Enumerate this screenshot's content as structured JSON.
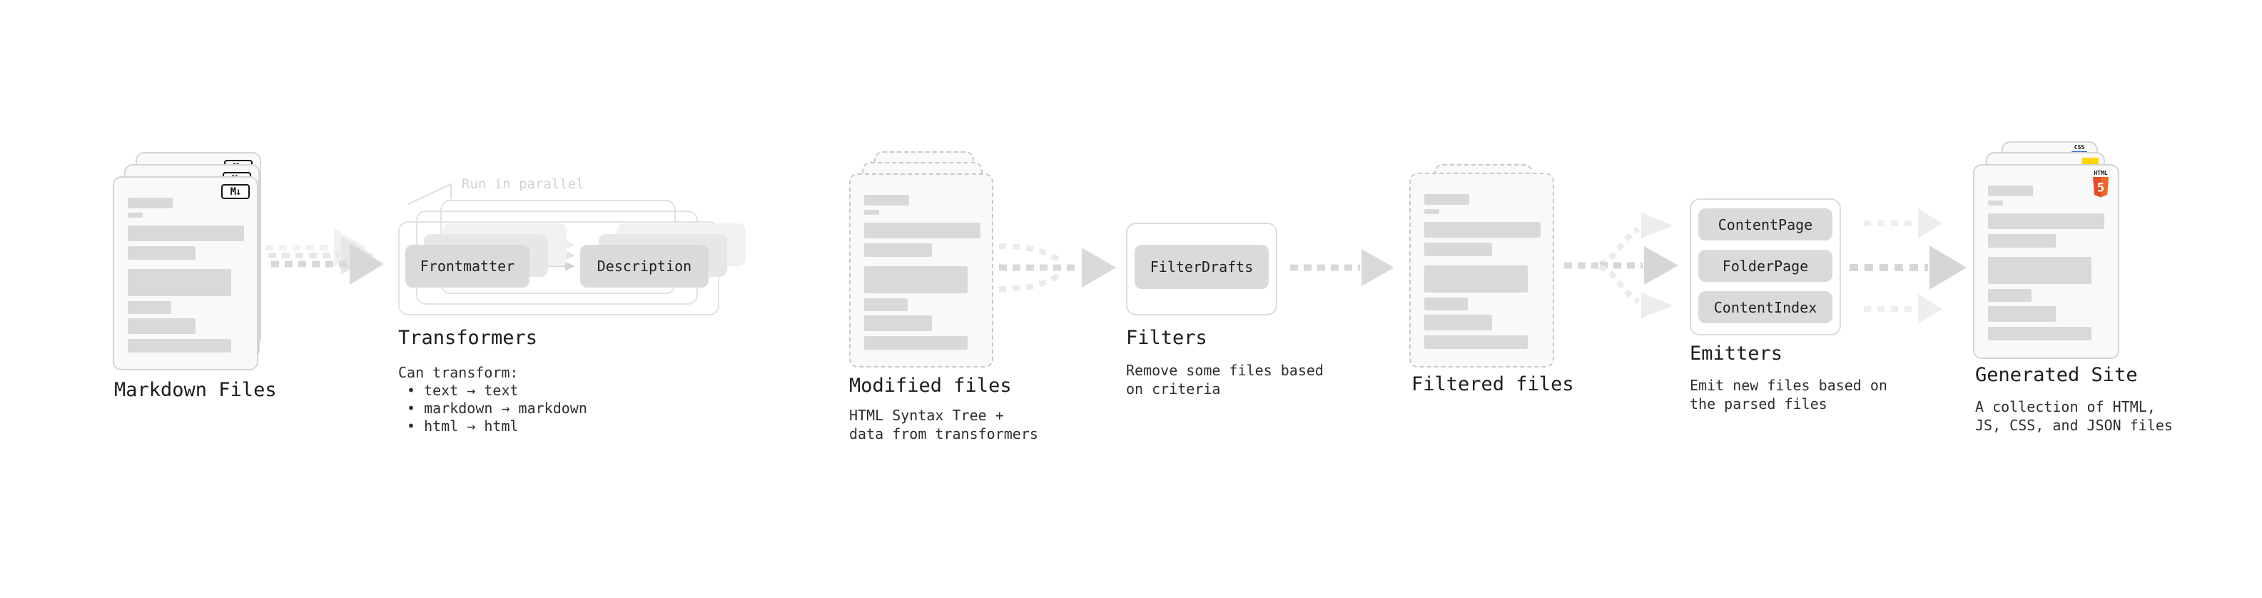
{
  "stages": {
    "markdown": {
      "label": "Markdown Files",
      "badge": "M↓"
    },
    "transformers": {
      "label": "Transformers",
      "note": "Run in parallel",
      "pill_left": "Frontmatter",
      "pill_right": "Description",
      "desc_title": "Can transform:",
      "bullets": [
        "• text → text",
        "• markdown → markdown",
        "• html → html"
      ]
    },
    "modified": {
      "label": "Modified files",
      "desc_line1": "HTML Syntax Tree +",
      "desc_line2": "data from transformers"
    },
    "filters": {
      "label": "Filters",
      "pill": "FilterDrafts",
      "desc_line1": "Remove some files based",
      "desc_line2": "on criteria"
    },
    "filtered": {
      "label": "Filtered files"
    },
    "emitters": {
      "label": "Emitters",
      "pills": [
        "ContentPage",
        "FolderPage",
        "ContentIndex"
      ],
      "desc_line1": "Emit new files based on",
      "desc_line2": "the parsed files"
    },
    "generated": {
      "label": "Generated Site",
      "desc_line1": "A collection of HTML,",
      "desc_line2": "JS, CSS, and JSON files",
      "badge_html_text": "HTML",
      "badge_html_number": "5",
      "badge_css": "CSS"
    }
  },
  "colors": {
    "html5_orange": "#e44d26",
    "html5_orange_light": "#f16529",
    "css_blue": "#2862e9",
    "js_yellow": "#ffd600"
  }
}
